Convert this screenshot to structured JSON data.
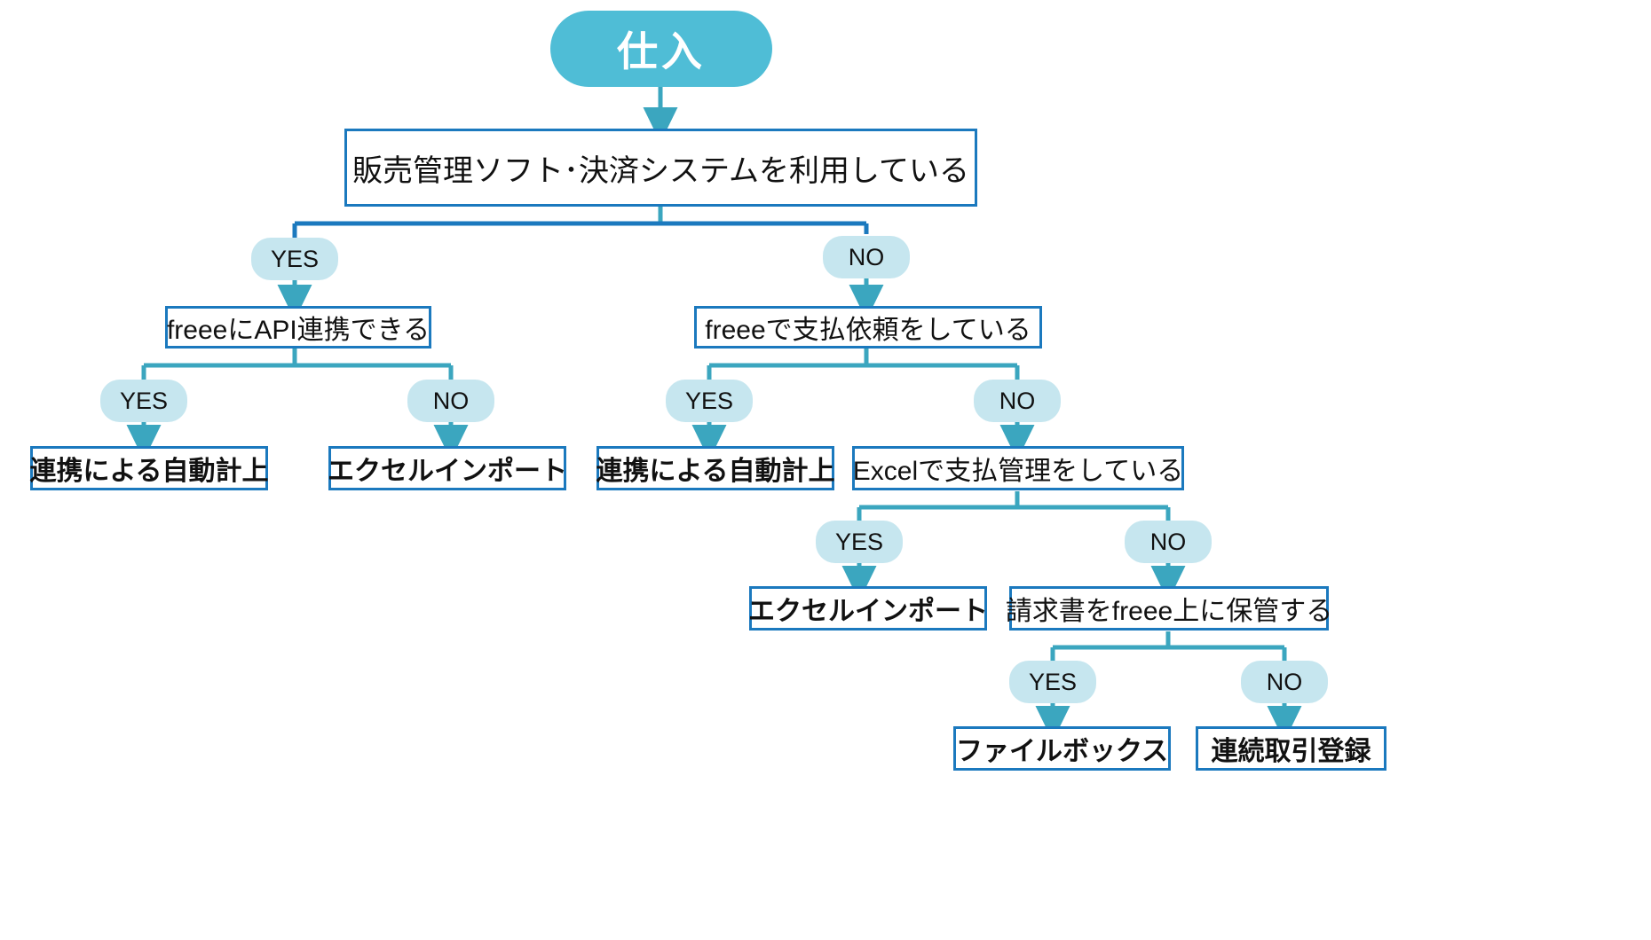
{
  "diagram": {
    "title": "仕入 業務フローチャート",
    "colors": {
      "start_fill": "#4FBDD6",
      "start_text": "#FFFFFF",
      "box_border": "#1B79BE",
      "box_fill": "#FFFFFF",
      "pill_fill": "#C6E6EF",
      "connector": "#3BA6BF",
      "text": "#111111",
      "background": "#FFFFFF"
    }
  },
  "nodes": {
    "start": {
      "label": "仕入",
      "type": "terminator"
    },
    "q_sales_system": {
      "label": "販売管理ソフト･決済システムを利用している",
      "type": "decision"
    },
    "q_api": {
      "label": "freeeにAPI連携できる",
      "type": "decision"
    },
    "q_payreq": {
      "label": "freeeで支払依頼をしている",
      "type": "decision"
    },
    "q_excel_pay": {
      "label": "Excelで支払管理をしている",
      "type": "decision"
    },
    "q_store_invoice": {
      "label": "請求書をfreee上に保管する",
      "type": "decision"
    },
    "r_auto_1": {
      "label": "連携による自動計上",
      "type": "result"
    },
    "r_excel_import_1": {
      "label": "エクセルインポート",
      "type": "result"
    },
    "r_auto_2": {
      "label": "連携による自動計上",
      "type": "result"
    },
    "r_excel_import_2": {
      "label": "エクセルインポート",
      "type": "result"
    },
    "r_filebox": {
      "label": "ファイルボックス",
      "type": "result"
    },
    "r_serial_tx": {
      "label": "連続取引登録",
      "type": "result"
    }
  },
  "branch_labels": {
    "lvl1_yes": "YES",
    "lvl1_no": "NO",
    "api_yes": "YES",
    "api_no": "NO",
    "payreq_yes": "YES",
    "payreq_no": "NO",
    "excelpay_yes": "YES",
    "excelpay_no": "NO",
    "store_yes": "YES",
    "store_no": "NO"
  },
  "chart_data": {
    "type": "flowchart",
    "title": "仕入",
    "edges": [
      {
        "from": "start",
        "to": "q_sales_system",
        "label": ""
      },
      {
        "from": "q_sales_system",
        "to": "q_api",
        "label": "YES"
      },
      {
        "from": "q_sales_system",
        "to": "q_payreq",
        "label": "NO"
      },
      {
        "from": "q_api",
        "to": "r_auto_1",
        "label": "YES"
      },
      {
        "from": "q_api",
        "to": "r_excel_import_1",
        "label": "NO"
      },
      {
        "from": "q_payreq",
        "to": "r_auto_2",
        "label": "YES"
      },
      {
        "from": "q_payreq",
        "to": "q_excel_pay",
        "label": "NO"
      },
      {
        "from": "q_excel_pay",
        "to": "r_excel_import_2",
        "label": "YES"
      },
      {
        "from": "q_excel_pay",
        "to": "q_store_invoice",
        "label": "NO"
      },
      {
        "from": "q_store_invoice",
        "to": "r_filebox",
        "label": "YES"
      },
      {
        "from": "q_store_invoice",
        "to": "r_serial_tx",
        "label": "NO"
      }
    ]
  }
}
